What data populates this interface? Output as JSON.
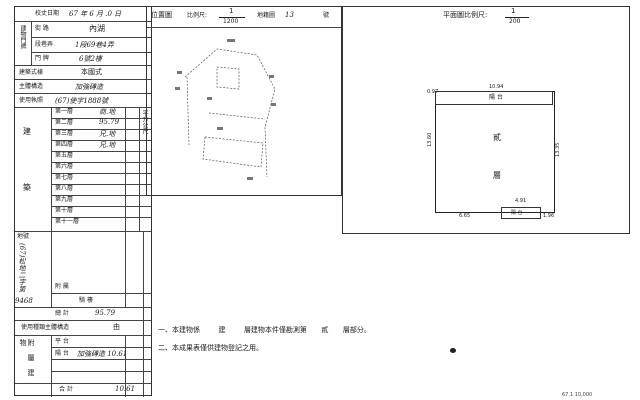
{
  "left_table": {
    "date_label": "校丈日期",
    "date_value": "67 年 6 月 .0 日",
    "street_label": "街 路",
    "street_value": "內湖",
    "section_label": "段巷弄",
    "section_value": "1段69巷4弄",
    "number_label": "門 牌",
    "number_value": "6號2樓",
    "building_group": "建物門牌",
    "structure_label": "建築式樣",
    "structure_value": "本國式",
    "material_label": "主體構造",
    "material_value": "加強磚造",
    "permit_label": "使用執照",
    "permit_value": "(67)使字1888號",
    "area_group_a": "建",
    "area_group_b": "築",
    "floors": [
      {
        "label": "第一層",
        "value": "商.地"
      },
      {
        "label": "第二層",
        "value": "95.79"
      },
      {
        "label": "第三層",
        "value": "兄.地"
      },
      {
        "label": "第四層",
        "value": "兄.地"
      },
      {
        "label": "第五層",
        "value": ""
      },
      {
        "label": "第六層",
        "value": ""
      },
      {
        "label": "第七層",
        "value": ""
      },
      {
        "label": "第八層",
        "value": ""
      },
      {
        "label": "第九層",
        "value": ""
      },
      {
        "label": "第十層",
        "value": ""
      },
      {
        "label": "第十一層",
        "value": ""
      }
    ],
    "unit": "平方公尺",
    "land_label": "地號",
    "land_value": "(67)松地二字第",
    "land_no": "9468",
    "annex_label": "附 屬",
    "stair_label": "騎 樓",
    "total_label": "總 計",
    "total_value": "95.79",
    "use_label": "使用種類主體構造",
    "use_value": "由",
    "attached_group": "附屬建物",
    "balcony_label": "平 台",
    "balcony_value": "",
    "eaves_label": "陽 台",
    "eaves_value": "加強磚造 10.61",
    "attached_total_label": "合 計",
    "attached_total_value": "10.61"
  },
  "location_map": {
    "title": "位置圖",
    "scale_label": "比例尺:",
    "scale_num": "1",
    "scale_den": "1200",
    "sheet_label": "地籍圖",
    "sheet_value": "13",
    "sheet_suffix": "號"
  },
  "floor_plan": {
    "title": "平面圖比例尺:",
    "scale_num": "1",
    "scale_den": "200",
    "balcony_text": "陽 台",
    "floor_char_1": "貳",
    "floor_char_2": "層",
    "dim_top": "10.94",
    "dim_left": "13.60",
    "dim_right": "13.35",
    "dim_bottom_left": "6.65",
    "dim_bottom_mid": "4.91",
    "dim_bottom_right": "1.96",
    "dim_corner": "0.97"
  },
  "notes": {
    "note1_a": "一、本建物係",
    "note1_b": "建",
    "note1_c": "層建物本件僅勘測第",
    "note1_d": "貳",
    "note1_e": "層部分。",
    "note2": "二、本成果表僅供建物登記之用。"
  },
  "footer": "67.1 10,000"
}
